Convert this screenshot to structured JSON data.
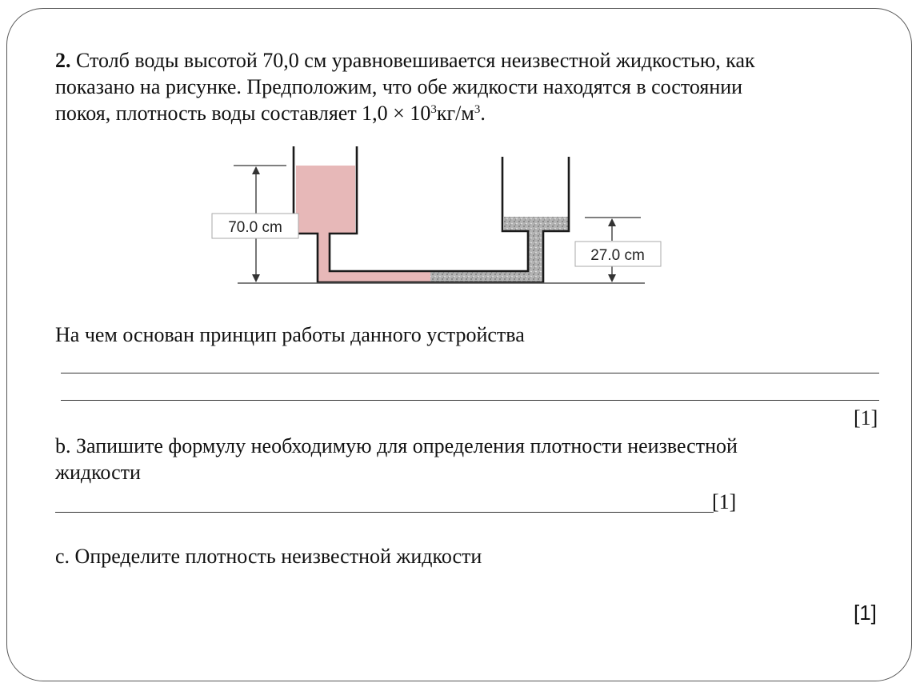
{
  "question": {
    "number": "2.",
    "line1": "Столб воды высотой 70,0 см уравновешивается неизвестной жидкостью, как",
    "line2": "показано на рисунке. Предположим, что обе жидкости находятся в  состоянии",
    "line3_pre": "покоя, плотность воды составляет  1,0 × 10",
    "line3_exp1": "3",
    "line3_mid": "кг/м",
    "line3_exp2": "3",
    "line3_post": "."
  },
  "figure": {
    "label_left": "70.0 cm",
    "label_right": "27.0 cm",
    "colors": {
      "water": "#e7b8b8",
      "unknown": "#b3b3b3",
      "wall": "#1a1a1a",
      "guide": "#555555"
    }
  },
  "part_a": {
    "text": "На чем основан принцип работы данного устройства",
    "mark": "[1]"
  },
  "part_b": {
    "line1": "b. Запишите формулу  необходимую для определения плотности неизвестной",
    "line2": "жидкости",
    "mark": "[1]"
  },
  "part_c": {
    "text": "c. Определите плотность неизвестной жидкости",
    "mark": "[1]"
  }
}
